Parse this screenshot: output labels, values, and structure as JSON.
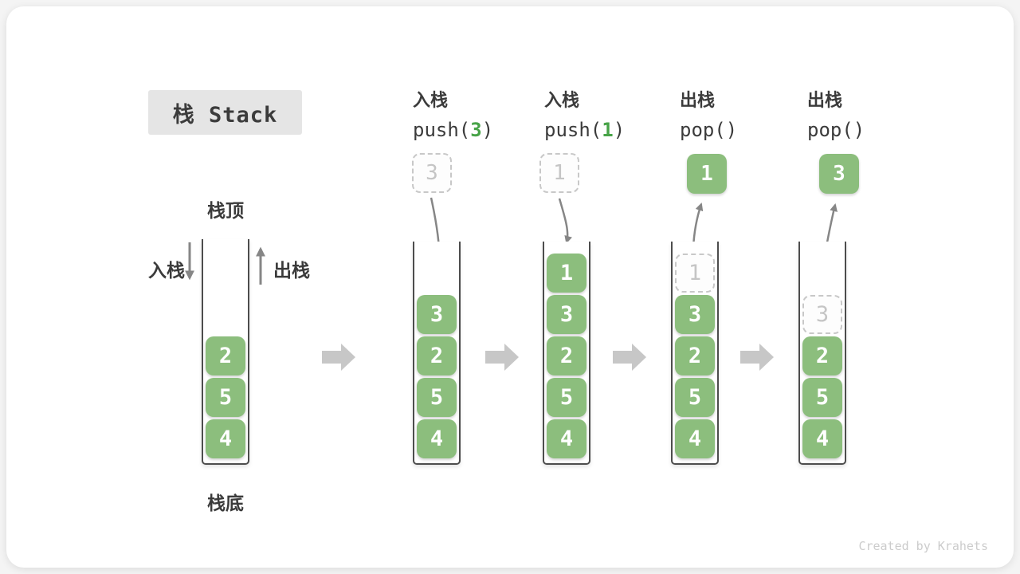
{
  "title": {
    "label": "栈 Stack"
  },
  "legend": {
    "stack_top_label": "栈顶",
    "stack_bottom_label": "栈底",
    "push_label": "入栈",
    "pop_label": "出栈"
  },
  "operations": [
    {
      "title": "入栈",
      "code_prefix": "push(",
      "code_arg": "3",
      "code_suffix": ")",
      "float_value": "3",
      "float_style": "ghost"
    },
    {
      "title": "入栈",
      "code_prefix": "push(",
      "code_arg": "1",
      "code_suffix": ")",
      "float_value": "1",
      "float_style": "ghost"
    },
    {
      "title": "出栈",
      "code_prefix": "pop(",
      "code_arg": "",
      "code_suffix": ")",
      "float_value": "1",
      "float_style": "solid"
    },
    {
      "title": "出栈",
      "code_prefix": "pop(",
      "code_arg": "",
      "code_suffix": ")",
      "float_value": "3",
      "float_style": "solid"
    }
  ],
  "stacks": [
    {
      "blocks": [
        {
          "v": "2"
        },
        {
          "v": "5"
        },
        {
          "v": "4"
        }
      ]
    },
    {
      "blocks": [
        {
          "v": "3"
        },
        {
          "v": "2"
        },
        {
          "v": "5"
        },
        {
          "v": "4"
        }
      ]
    },
    {
      "blocks": [
        {
          "v": "1"
        },
        {
          "v": "3"
        },
        {
          "v": "2"
        },
        {
          "v": "5"
        },
        {
          "v": "4"
        }
      ]
    },
    {
      "blocks": [
        {
          "v": "1",
          "ghost": true
        },
        {
          "v": "3"
        },
        {
          "v": "2"
        },
        {
          "v": "5"
        },
        {
          "v": "4"
        }
      ]
    },
    {
      "blocks": [
        {
          "v": "3",
          "ghost": true
        },
        {
          "v": "2"
        },
        {
          "v": "5"
        },
        {
          "v": "4"
        }
      ]
    }
  ],
  "watermark": "Created by Krahets",
  "colors": {
    "page_bg": "#f4f4f4",
    "card_bg": "#ffffff",
    "title_bg": "#e5e5e5",
    "label_dark": "#3b3b3b",
    "block_green": "#8cbe7d",
    "code_green": "#47a347",
    "wall_gray": "#4d4d4d",
    "arrow_gray": "#868686",
    "flow_arrow": "#c7c7c7",
    "dash_gray": "#c8c8c8",
    "ghost_text": "#c5c5c5",
    "watermark_gray": "#cccccc"
  }
}
